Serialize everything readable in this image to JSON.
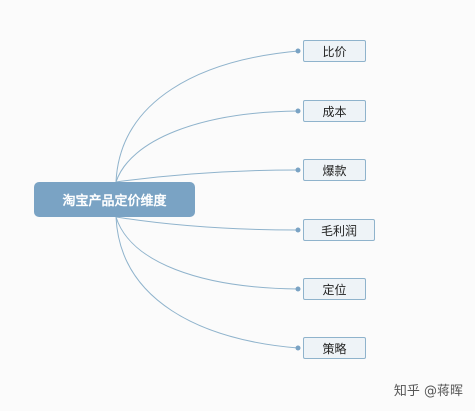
{
  "central_topic": "淘宝产品定价维度",
  "branches": [
    {
      "label": "比价"
    },
    {
      "label": "成本"
    },
    {
      "label": "爆款"
    },
    {
      "label": "毛利润"
    },
    {
      "label": "定位"
    },
    {
      "label": "策略"
    }
  ],
  "watermark": "知乎 @蒋晖",
  "colors": {
    "central_fill": "#7aa3c4",
    "branch_border": "#8fb3cc",
    "branch_fill": "#eef3f7",
    "connector": "#8fb3cc",
    "background": "#fbfbfb"
  }
}
